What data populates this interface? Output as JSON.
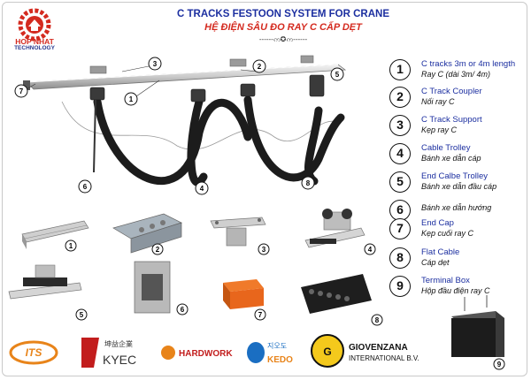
{
  "header": {
    "logo_name": "HOP NHAT",
    "logo_sub": "TECHNOLOGY",
    "title": "C TRACKS FESTOON SYSTEM FOR CRANE",
    "subtitle": "HỆ ĐIỆN SÂU ĐO RAY C CẤP DẸT",
    "ornament": "------ဢ✪ဢ------"
  },
  "legend": [
    {
      "num": "1",
      "en": "C tracks 3m or 4m length",
      "vn": "Ray C (dài 3m/ 4m)"
    },
    {
      "num": "2",
      "en": "C Track Coupler",
      "vn": "Nối ray C"
    },
    {
      "num": "3",
      "en": "C Track Support",
      "vn": "Kẹp ray C"
    },
    {
      "num": "4",
      "en": "Cable Trolley",
      "vn": "Bánh xe dẫn cáp"
    },
    {
      "num": "5",
      "en": "End Calbe Trolley",
      "vn": "Bánh xe dẫn đầu cáp"
    },
    {
      "num": "6",
      "en": "",
      "vn": "Bánh xe dẫn hướng"
    },
    {
      "num": "7",
      "en": "End Cap",
      "vn": "Kẹp cuối ray C"
    },
    {
      "num": "8",
      "en": "Flat Cable",
      "vn": "Cáp dẹt"
    },
    {
      "num": "9",
      "en": "Terminal Box",
      "vn": "Hộp đầu điện ray C"
    }
  ],
  "diagram_callouts": [
    "7",
    "3",
    "2",
    "1",
    "5",
    "6",
    "4",
    "8"
  ],
  "part_labels": [
    "1",
    "2",
    "3",
    "4",
    "5",
    "6",
    "7",
    "8",
    "9"
  ],
  "brands": {
    "its": "ITS",
    "kyec_cn": "坤益企業",
    "kyec": "KYEC",
    "hardwork": "HARDWORK",
    "kedo_kr": "지오도",
    "kedo": "KEDO",
    "giovenzana_1": "GIOVENZANA",
    "giovenzana_2": "INTERNATIONAL B.V."
  }
}
